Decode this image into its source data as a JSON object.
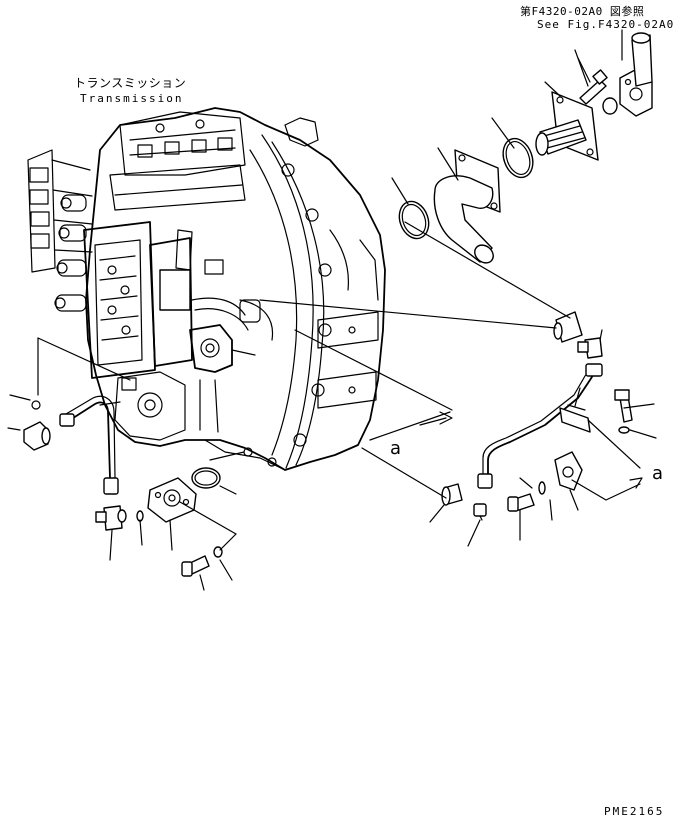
{
  "reference": {
    "japanese": "第F4320-02A0 図参照",
    "english": "See Fig.F4320-02A0"
  },
  "assembly": {
    "japanese": "トランスミッション",
    "english": "Transmission"
  },
  "view_arrows": [
    "a",
    "a"
  ],
  "drawing_code": "PME2165"
}
